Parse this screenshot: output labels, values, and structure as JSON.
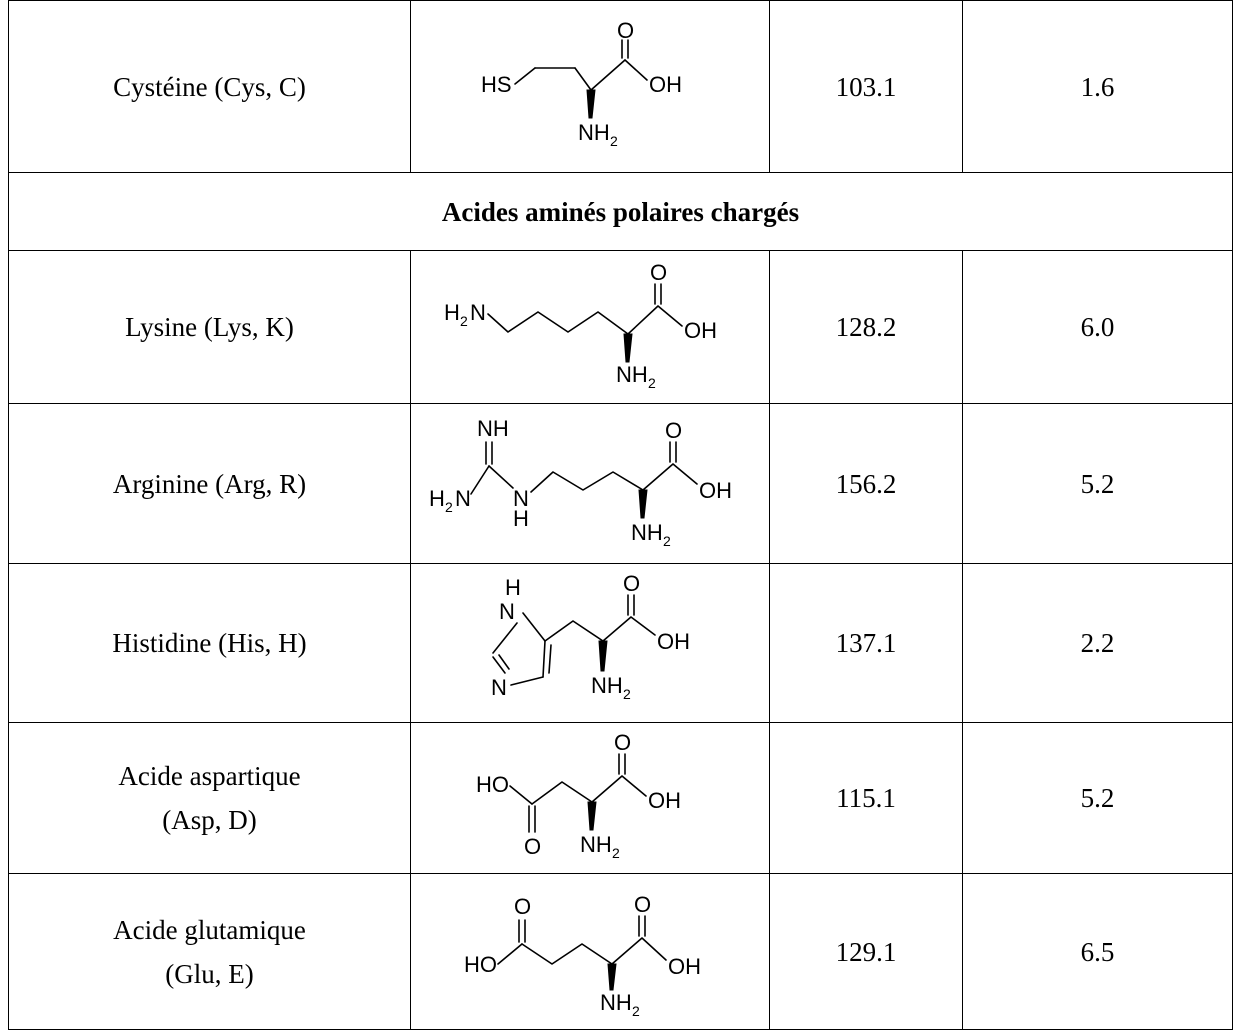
{
  "table": {
    "section_charged": "Acides aminés polaires chargés",
    "rows": [
      {
        "name": "Cystéine (Cys, C)",
        "name_lines": [
          "Cystéine (Cys, C)"
        ],
        "mass": "103.1",
        "value": "1.6",
        "structure_labels": [
          "HS",
          "O",
          "OH",
          "NH",
          "2"
        ]
      },
      {
        "name": "Lysine (Lys, K)",
        "name_lines": [
          "Lysine (Lys, K)"
        ],
        "mass": "128.2",
        "value": "6.0",
        "structure_labels": [
          "H",
          "2",
          "N",
          "O",
          "OH",
          "NH",
          "2"
        ]
      },
      {
        "name": "Arginine (Arg, R)",
        "name_lines": [
          "Arginine (Arg, R)"
        ],
        "mass": "156.2",
        "value": "5.2",
        "structure_labels": [
          "NH",
          "H",
          "2",
          "N",
          "N",
          "H",
          "O",
          "OH",
          "NH",
          "2"
        ]
      },
      {
        "name": "Histidine (His, H)",
        "name_lines": [
          "Histidine (His, H)"
        ],
        "mass": "137.1",
        "value": "2.2",
        "structure_labels": [
          "H",
          "N",
          "N",
          "O",
          "OH",
          "NH",
          "2"
        ]
      },
      {
        "name": "Acide aspartique (Asp, D)",
        "name_lines": [
          "Acide aspartique",
          "(Asp, D)"
        ],
        "mass": "115.1",
        "value": "5.2",
        "structure_labels": [
          "HO",
          "O",
          "O",
          "OH",
          "NH",
          "2"
        ]
      },
      {
        "name": "Acide glutamique (Glu, E)",
        "name_lines": [
          "Acide glutamique",
          "(Glu, E)"
        ],
        "mass": "129.1",
        "value": "6.5",
        "structure_labels": [
          "HO",
          "O",
          "O",
          "OH",
          "NH",
          "2"
        ]
      }
    ]
  }
}
